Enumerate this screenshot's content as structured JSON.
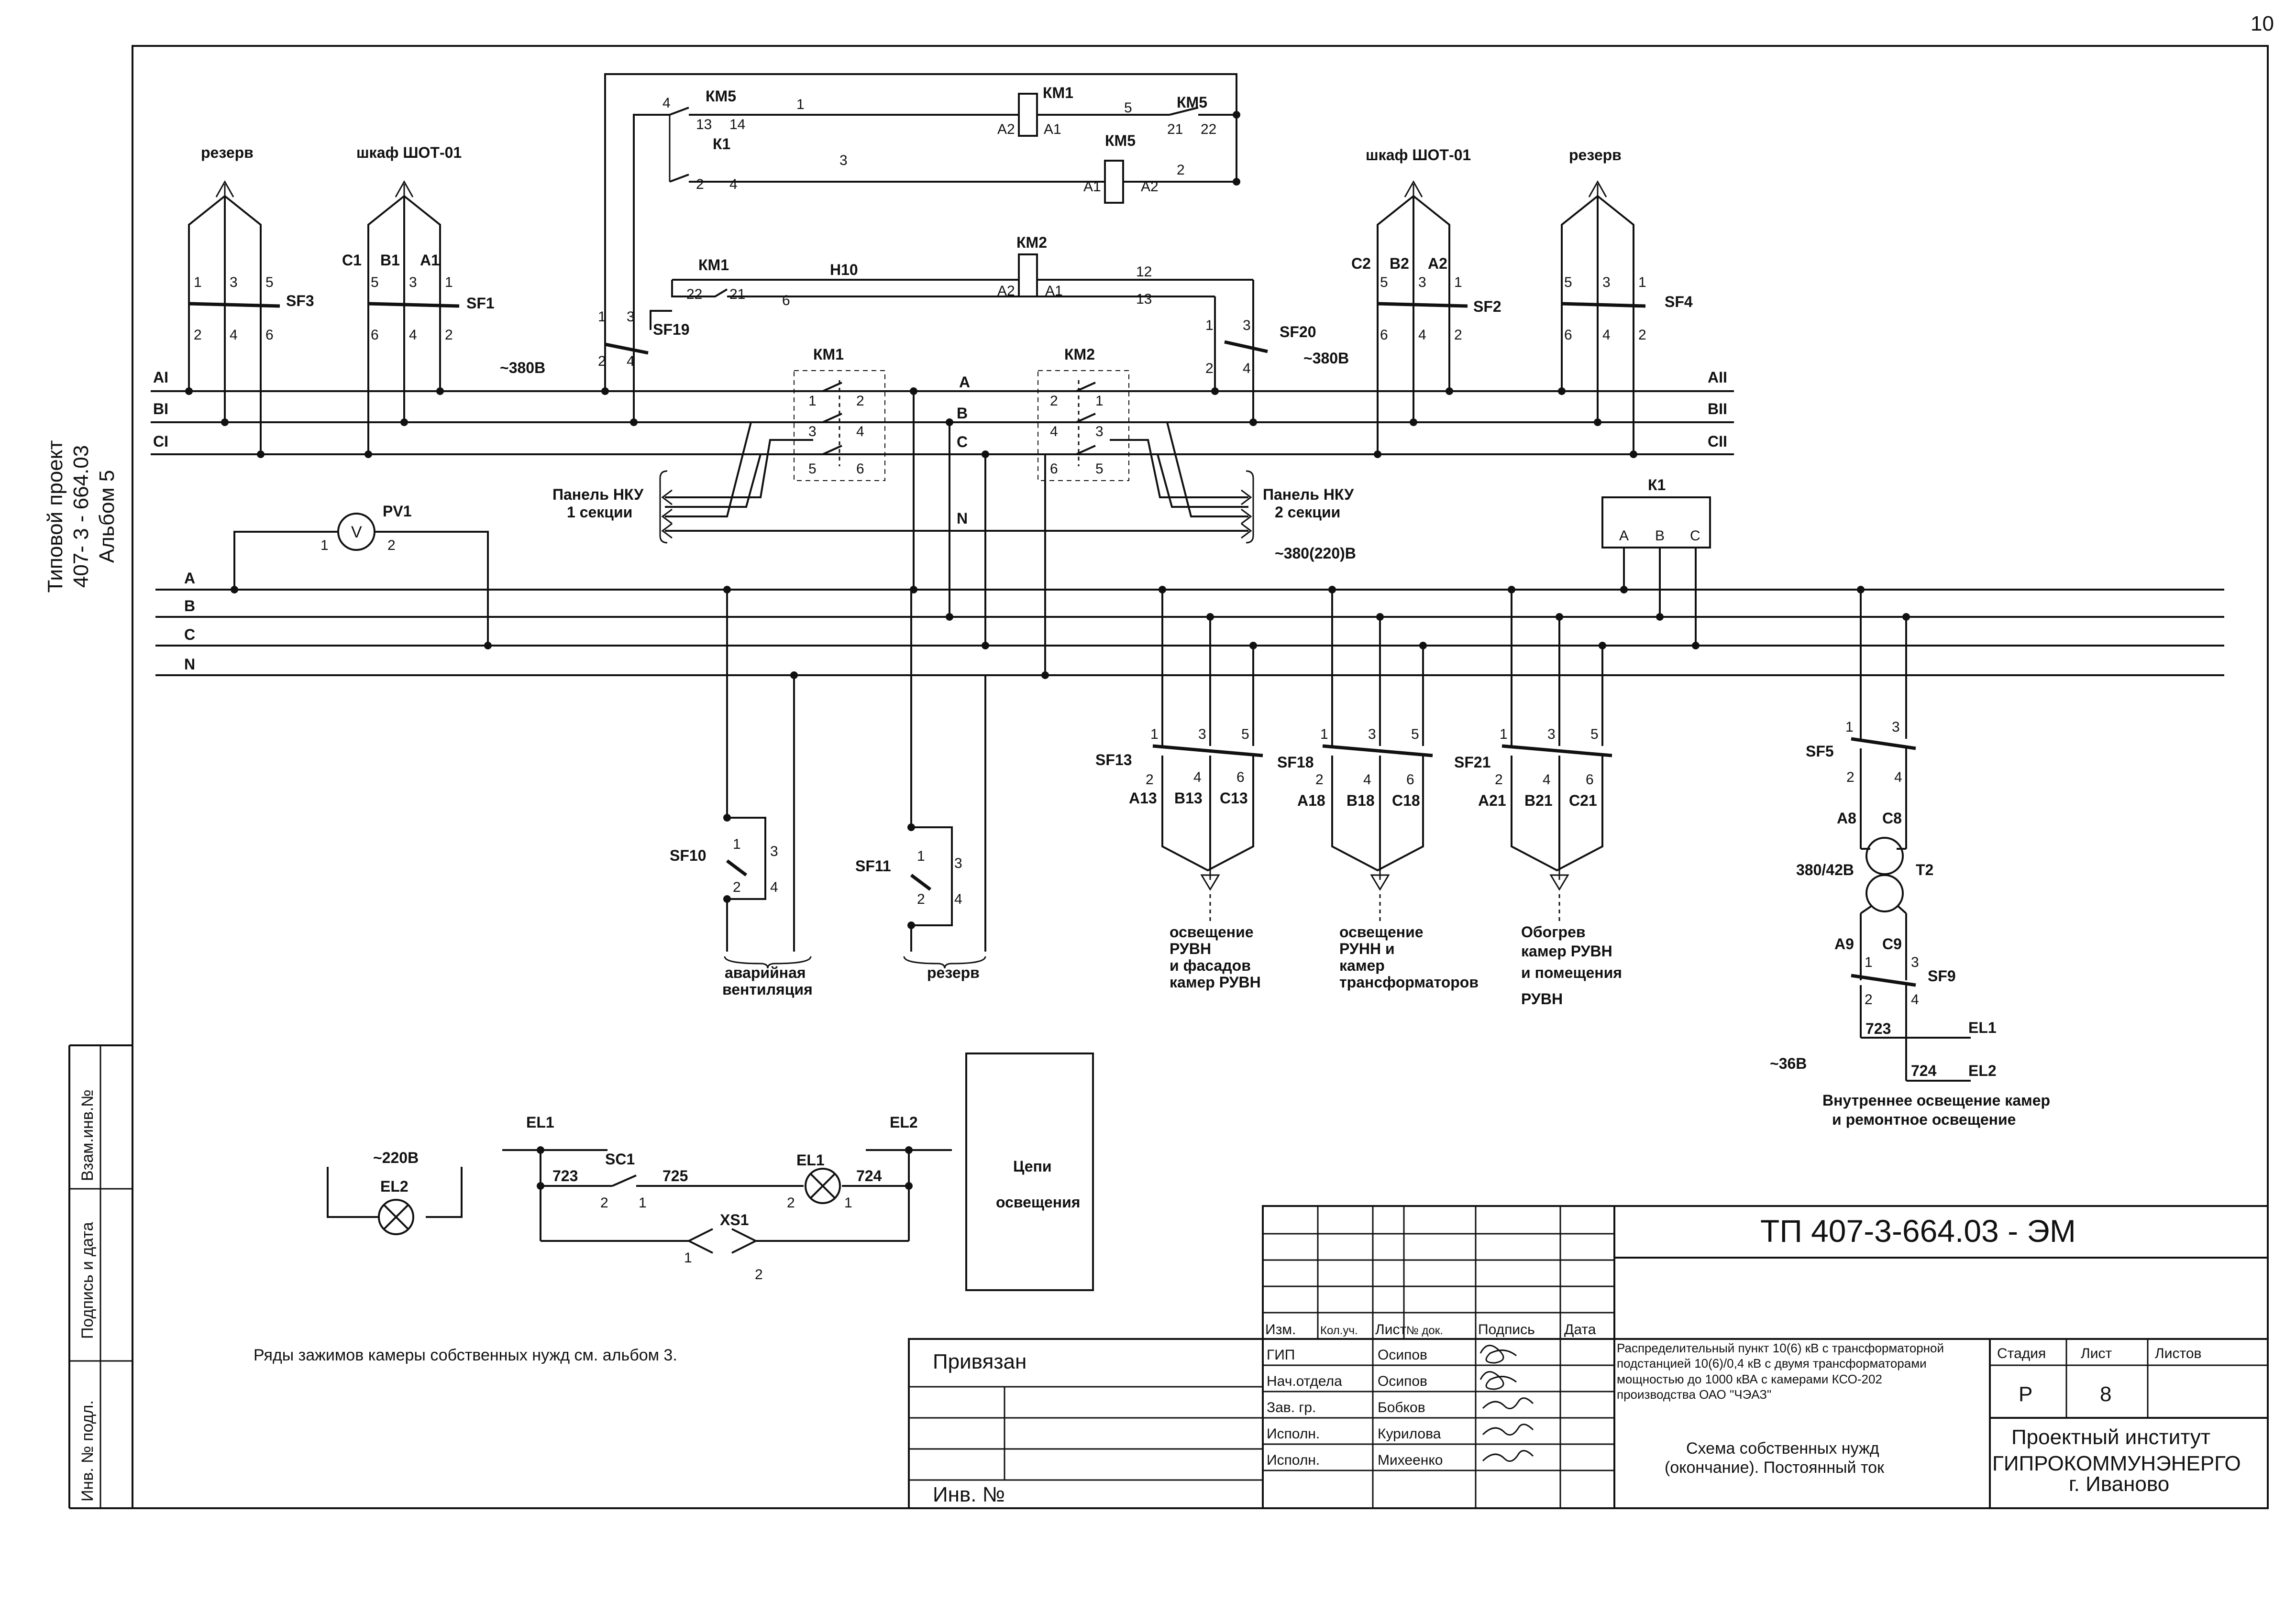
{
  "sheet": {
    "page_number": "10",
    "side_project_line1": "Типовой проект",
    "side_project_line2": "407- 3 - 664.03",
    "side_project_line3": "Альбом 5",
    "side_field_1": "Взам.инв.№",
    "side_field_2": "Подпись и дата",
    "side_field_3": "Инв. № подл."
  },
  "buses": {
    "ai": "AI",
    "bi": "BI",
    "ci": "CI",
    "aii": "AII",
    "bii": "BII",
    "cii": "CII",
    "v380_left": "~380В",
    "v380_right": "~380В",
    "v380_220": "~380(220)В",
    "a": "A",
    "b": "B",
    "c": "C",
    "n": "N",
    "a_mid": "A",
    "b_mid": "B",
    "c_mid": "C",
    "n_mid": "N"
  },
  "feeders": {
    "rezerv_left": "резерв",
    "shot_left": "шкаф ШОТ-01",
    "shot_right": "шкаф ШОТ-01",
    "rezerv_right": "резерв",
    "sf3": "SF3",
    "sf1": "SF1",
    "sf2": "SF2",
    "sf4": "SF4",
    "c1": "C1",
    "b1": "B1",
    "a1": "A1",
    "c2": "C2",
    "b2": "B2",
    "a2": "A2"
  },
  "control": {
    "km5": "КМ5",
    "km1": "КМ1",
    "km5b": "КМ5",
    "km5c": "КМ5",
    "km1b": "КМ1",
    "km2": "КМ2",
    "k1": "К1",
    "h10": "Н10",
    "sf19": "SF19",
    "sf20": "SF20",
    "a2": "А2",
    "a1": "А1"
  },
  "contactors": {
    "km1": "КМ1",
    "km2": "КМ2",
    "panel1_line1": "Панель НКУ",
    "panel1_line2": "1 секции",
    "panel2_line1": "Панель НКУ",
    "panel2_line2": "2 секции"
  },
  "meter": {
    "pv1": "PV1",
    "v": "V",
    "k1": "К1",
    "ka": "A",
    "kb": "B",
    "kc": "C"
  },
  "lighting_breakers": {
    "sf13": "SF13",
    "sf18": "SF18",
    "sf21": "SF21",
    "a13": "A13",
    "b13": "B13",
    "c13": "C13",
    "a18": "A18",
    "b18": "B18",
    "c18": "C18",
    "a21": "A21",
    "b21": "B21",
    "c21": "C21",
    "load1": [
      "освещение",
      "РУВН",
      "и фасадов",
      "камер РУВН"
    ],
    "load2": [
      "освещение",
      "РУНН и",
      "камер",
      "трансформаторов"
    ],
    "load3": [
      "Обогрев",
      "камер РУВН",
      "и помещения",
      "РУВН"
    ]
  },
  "small_breakers": {
    "sf10": "SF10",
    "sf11": "SF11",
    "load10": [
      "аварийная",
      "вентиляция"
    ],
    "load11": "резерв"
  },
  "transformer": {
    "sf5": "SF5",
    "a8": "A8",
    "c8": "C8",
    "ratio": "380/42В",
    "t2": "T2",
    "a9": "A9",
    "c9": "C9",
    "sf9": "SF9",
    "n723": "723",
    "n724": "724",
    "el1": "EL1",
    "el2": "EL2",
    "v36": "~36В",
    "caption1": "Внутреннее освещение камер",
    "caption2": "и ремонтное освещение"
  },
  "lighting_circuit": {
    "v220": "~220В",
    "el2": "EL2",
    "el1_left": "EL1",
    "sc1": "SC1",
    "el1_lamp": "EL1",
    "el2_right": "EL2",
    "xs1": "XS1",
    "n723": "723",
    "n725": "725",
    "n724": "724",
    "box_line1": "Цепи",
    "box_line2": "освещения"
  },
  "note": "Ряды зажимов камеры собственных нужд см. альбом 3.",
  "title_block": {
    "doc_code": "ТП 407-3-664.03 - ЭМ",
    "privyazan": "Привязан",
    "inv": "Инв. №",
    "col_izm": "Изм.",
    "col_kol": "Кол.уч.",
    "col_list": "Лист",
    "col_doc": "№ док.",
    "col_sign": "Подпись",
    "col_date": "Дата",
    "roles": [
      "ГИП",
      "Нач.отдела",
      "Зав. гр.",
      "Исполн.",
      "Исполн."
    ],
    "names": [
      "Осипов",
      "Осипов",
      "Бобков",
      "Курилова",
      "Михеенко"
    ],
    "project_desc": [
      "Распределительный пункт 10(6) кВ с трансформаторной",
      "подстанцией 10(6)/0,4 кВ с двумя трансформаторами",
      "мощностью до 1000 кВА с камерами КСО-202",
      "производства ОАО \"ЧЭАЗ\""
    ],
    "sheet_title": [
      "Схема собственных нужд",
      "(окончание). Постоянный ток"
    ],
    "col_stage": "Стадия",
    "col_sheet": "Лист",
    "col_sheets": "Листов",
    "stage": "Р",
    "sheet_no": "8",
    "institute": [
      "Проектный институт",
      "ГИПРОКОММУНЭНЕРГО",
      "г. Иваново"
    ]
  }
}
